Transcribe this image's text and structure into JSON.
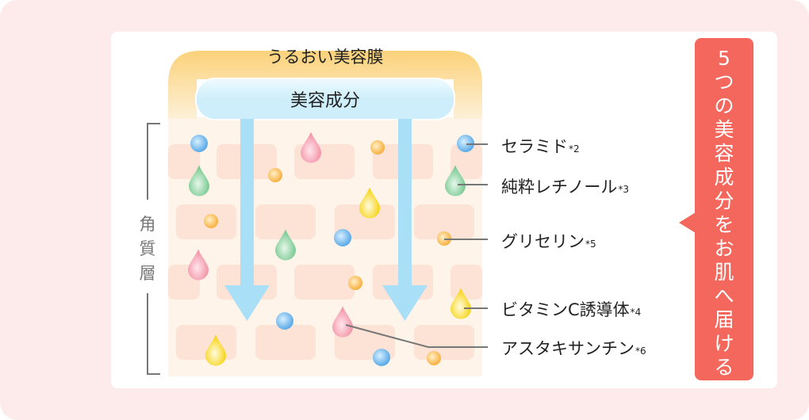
{
  "diagram": {
    "membrane_label": "うるおい美容膜",
    "ingredients_label": "美容成分",
    "layer_label": [
      "角",
      "質",
      "層"
    ],
    "callout": [
      "5",
      "つ",
      "の",
      "美",
      "容",
      "成",
      "分",
      "を",
      "お",
      "肌",
      "へ",
      "届",
      "け",
      "る"
    ],
    "ingredients": [
      {
        "name": "セラミド",
        "note": "*2",
        "icon": "blue-sphere"
      },
      {
        "name": "純粋レチノール",
        "note": "*3",
        "icon": "green-drop"
      },
      {
        "name": "グリセリン",
        "note": "*5",
        "icon": "orange-sphere"
      },
      {
        "name": "ビタミンC誘導体",
        "note": "*4",
        "icon": "yellow-drop"
      },
      {
        "name": "アスタキサンチン",
        "note": "*6",
        "icon": "pink-drop"
      }
    ],
    "colors": {
      "background": "#fdeaea",
      "callout": "#f4675c",
      "membrane": "#fcd27d",
      "ingredients_band": "#cdeefa",
      "skin": "#fff3e8",
      "cell": "#fde0d4",
      "arrow": "#a9dff7"
    }
  }
}
